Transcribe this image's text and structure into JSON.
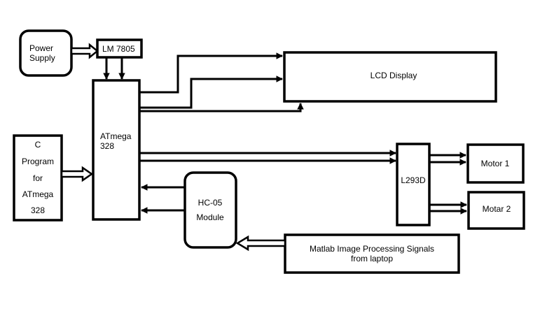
{
  "blocks": {
    "power_supply": [
      "Power",
      "Supply"
    ],
    "regulator": "LM 7805",
    "mcu": [
      "ATmega",
      "328"
    ],
    "c_program": [
      "C",
      "Program",
      "for",
      "ATmega",
      "328"
    ],
    "lcd": "LCD Display",
    "driver": "L293D",
    "motor1": "Motor 1",
    "motor2": "Motar 2",
    "bluetooth": [
      "HC-05",
      "Module"
    ],
    "matlab": [
      "Matlab Image Processing Signals",
      "from laptop"
    ]
  }
}
